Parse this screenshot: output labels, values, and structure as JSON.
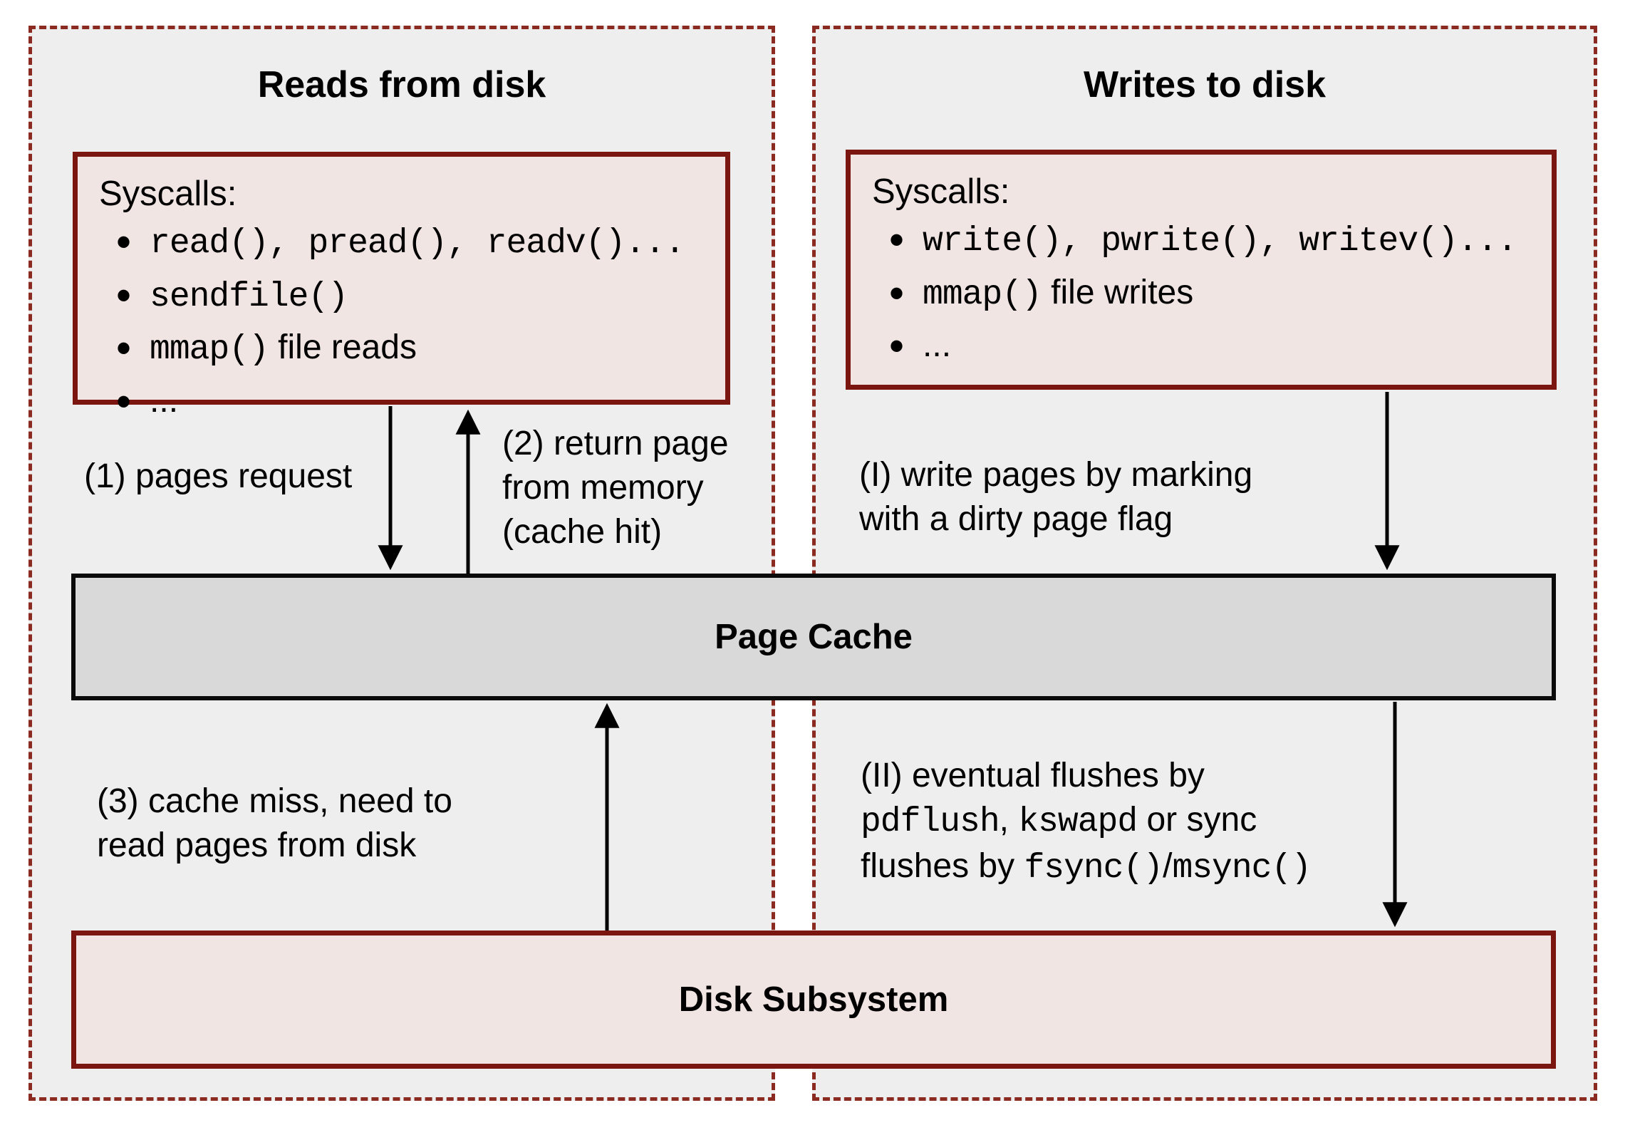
{
  "colors": {
    "panel_background": "#eeeeee",
    "panel_dashed_border": "#8b2a20",
    "syscalls_box_border": "#7a150f",
    "syscalls_box_fill": "#f0e5e2",
    "page_cache_fill": "#d9d9d9",
    "page_cache_border": "#0a0a0a",
    "disk_box_fill": "#f0e5e2",
    "disk_box_border": "#7a150f",
    "arrow_color": "#000000",
    "text_color": "#000000"
  },
  "left_panel": {
    "title": "Reads from disk",
    "syscalls_heading": "Syscalls:",
    "syscalls_items": [
      [
        {
          "m": 1,
          "t": "read(), pread(), readv()..."
        }
      ],
      [
        {
          "m": 1,
          "t": "sendfile()"
        }
      ],
      [
        {
          "m": 1,
          "t": "mmap()"
        },
        {
          "m": 0,
          "t": " file reads"
        }
      ],
      [
        {
          "m": 0,
          "t": "..."
        }
      ]
    ],
    "annotations": {
      "pages_request": {
        "lines": [
          [
            {
              "m": 0,
              "t": "(1) pages request"
            }
          ]
        ]
      },
      "return_page": {
        "lines": [
          [
            {
              "m": 0,
              "t": "(2) return page"
            }
          ],
          [
            {
              "m": 0,
              "t": "from memory"
            }
          ],
          [
            {
              "m": 0,
              "t": "(cache hit)"
            }
          ]
        ]
      },
      "cache_miss": {
        "lines": [
          [
            {
              "m": 0,
              "t": "(3) cache miss, need to"
            }
          ],
          [
            {
              "m": 0,
              "t": "read pages from disk"
            }
          ]
        ]
      }
    }
  },
  "right_panel": {
    "title": "Writes to disk",
    "syscalls_heading": "Syscalls:",
    "syscalls_items": [
      [
        {
          "m": 1,
          "t": "write(), pwrite(), writev()..."
        }
      ],
      [
        {
          "m": 1,
          "t": "mmap()"
        },
        {
          "m": 0,
          "t": " file writes"
        }
      ],
      [
        {
          "m": 0,
          "t": "..."
        }
      ]
    ],
    "annotations": {
      "dirty_flag": {
        "lines": [
          [
            {
              "m": 0,
              "t": "(I) write pages by marking"
            }
          ],
          [
            {
              "m": 0,
              "t": "with a dirty page flag"
            }
          ]
        ]
      },
      "flushes": {
        "lines": [
          [
            {
              "m": 0,
              "t": "(II) eventual flushes by"
            }
          ],
          [
            {
              "m": 1,
              "t": "pdflush"
            },
            {
              "m": 0,
              "t": ", "
            },
            {
              "m": 1,
              "t": "kswapd"
            },
            {
              "m": 0,
              "t": " or sync"
            }
          ],
          [
            {
              "m": 0,
              "t": "flushes by "
            },
            {
              "m": 1,
              "t": "fsync()"
            },
            {
              "m": 0,
              "t": "/"
            },
            {
              "m": 1,
              "t": "msync()"
            }
          ]
        ]
      }
    }
  },
  "shared_boxes": {
    "page_cache_label": "Page Cache",
    "disk_label": "Disk Subsystem"
  }
}
